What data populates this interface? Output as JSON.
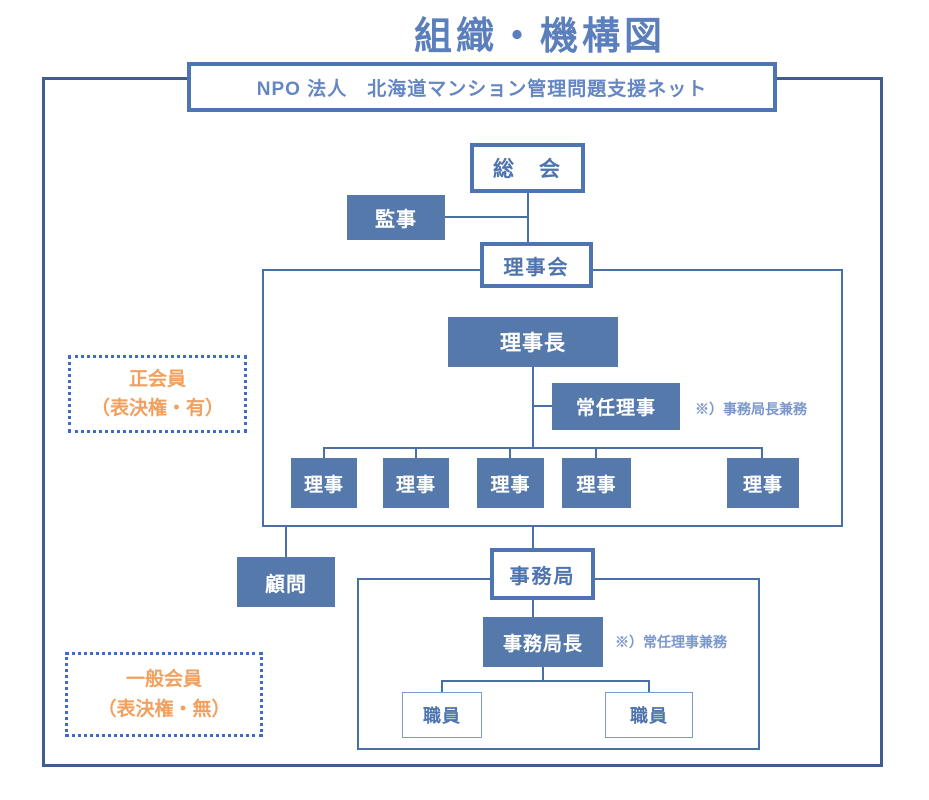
{
  "title": "組織・機構図",
  "organization": {
    "name": "NPO 法人　北海道マンション管理問題支援ネット"
  },
  "nodes": {
    "general_assembly": "総　会",
    "auditor": "監事",
    "board": "理事会",
    "chairman": "理事長",
    "standing_director": "常任理事",
    "directors": [
      "理事",
      "理事",
      "理事",
      "理事",
      "理事"
    ],
    "advisor": "顧問",
    "secretariat": "事務局",
    "secretary_general": "事務局長",
    "staff": [
      "職員",
      "職員"
    ]
  },
  "notes": {
    "standing_director_note": "※）事務局長兼務",
    "secretary_general_note": "※）常任理事兼務"
  },
  "legends": {
    "regular_member": {
      "line1": "正会員",
      "line2": "（表決権・有）"
    },
    "general_member": {
      "line1": "一般会員",
      "line2": "（表決権・無）"
    }
  },
  "colors": {
    "box_fill_blue": "#5679AC",
    "box_border_blue": "#4C75B2",
    "connector_blue": "#4A6FA5",
    "outer_border_blue": "#3F5E8E",
    "title_blue": "#5B7EBD",
    "node_text_blue": "#4E74AE",
    "note_text_blue": "#7B97CC",
    "legend_orange": "#F2A05E",
    "dotted_border_blue": "#3D6BC5"
  }
}
